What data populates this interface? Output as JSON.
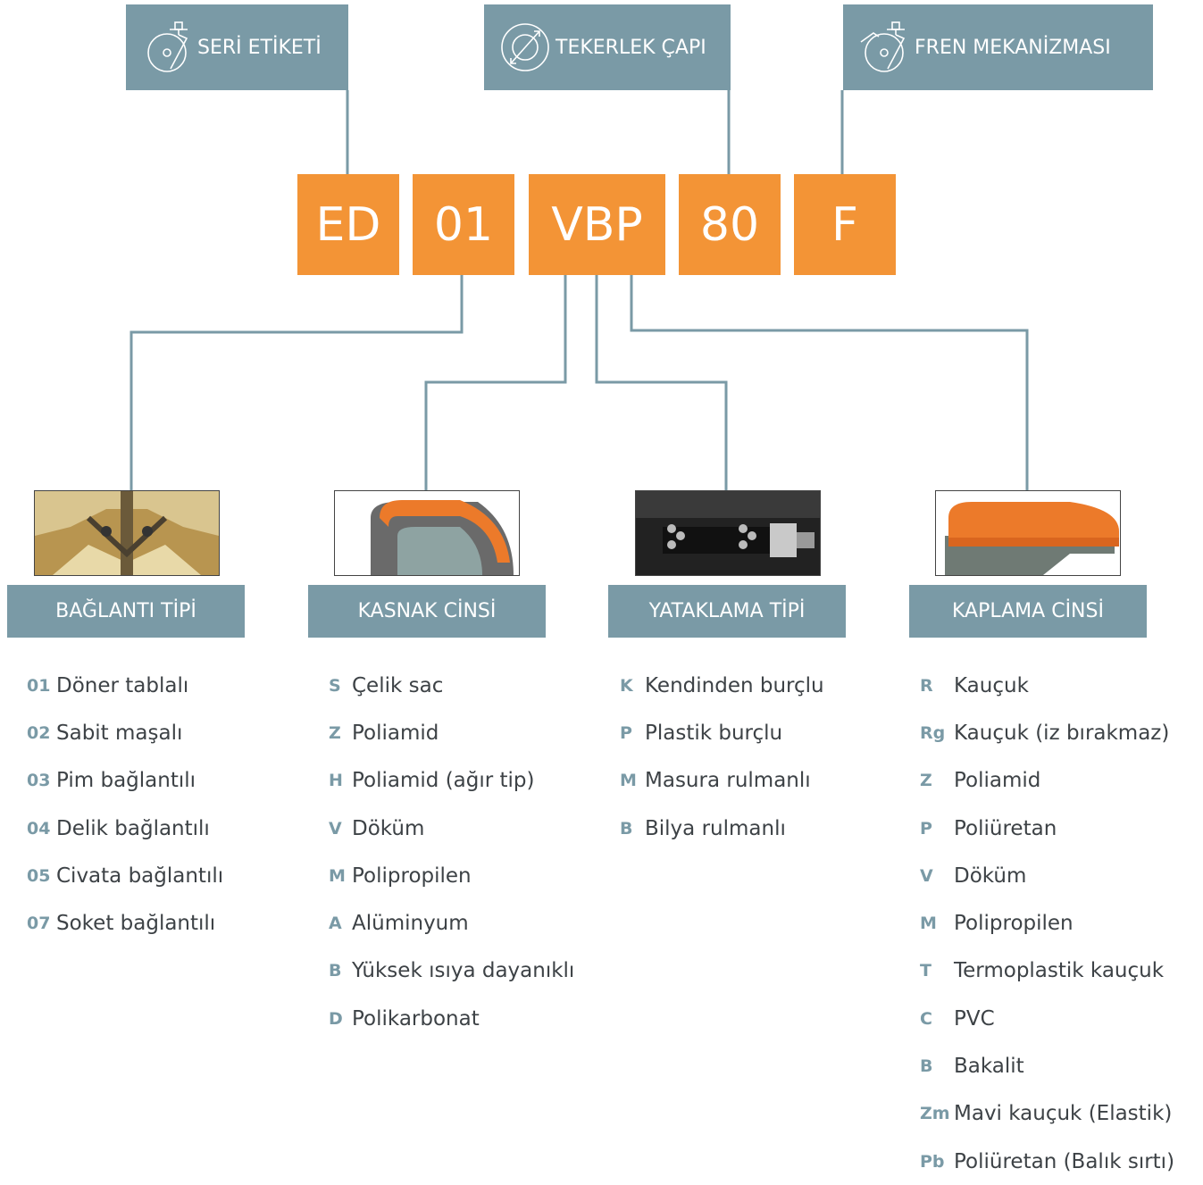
{
  "colors": {
    "slate": "#7a9aa6",
    "orange": "#f39436"
  },
  "top_labels": [
    {
      "label": "SERİ ETİKETİ",
      "icon": "caster-wheel-icon"
    },
    {
      "label": "TEKERLEK ÇAPI",
      "icon": "diameter-icon"
    },
    {
      "label": "FREN MEKANİZMASI",
      "icon": "braked-caster-icon"
    }
  ],
  "code_parts": [
    "ED",
    "01",
    "VBP",
    "80",
    "F"
  ],
  "categories": [
    {
      "title": "BAĞLANTI TİPİ",
      "image": "swivel-plate-cross-section",
      "items": [
        {
          "code": "01",
          "label": "Döner tablalı"
        },
        {
          "code": "02",
          "label": "Sabit maşalı"
        },
        {
          "code": "03",
          "label": "Pim bağlantılı"
        },
        {
          "code": "04",
          "label": "Delik bağlantılı"
        },
        {
          "code": "05",
          "label": "Civata bağlantılı"
        },
        {
          "code": "07",
          "label": "Soket bağlantılı"
        }
      ]
    },
    {
      "title": "KASNAK CİNSİ",
      "image": "wheel-rim-cross-section",
      "items": [
        {
          "code": "S",
          "label": "Çelik sac"
        },
        {
          "code": "Z",
          "label": "Poliamid"
        },
        {
          "code": "H",
          "label": "Poliamid (ağır tip)"
        },
        {
          "code": "V",
          "label": "Döküm"
        },
        {
          "code": "M",
          "label": "Polipropilen"
        },
        {
          "code": "A",
          "label": "Alüminyum"
        },
        {
          "code": "B",
          "label": "Yüksek ısıya dayanıklı"
        },
        {
          "code": "D",
          "label": "Polikarbonat"
        }
      ]
    },
    {
      "title": "YATAKLAMA TİPİ",
      "image": "ball-bearing-cross-section",
      "items": [
        {
          "code": "K",
          "label": "Kendinden burçlu"
        },
        {
          "code": "P",
          "label": "Plastik burçlu"
        },
        {
          "code": "M",
          "label": "Masura rulmanlı"
        },
        {
          "code": "B",
          "label": "Bilya rulmanlı"
        }
      ]
    },
    {
      "title": "KAPLAMA CİNSİ",
      "image": "tread-cross-section",
      "items": [
        {
          "code": "R",
          "label": "Kauçuk"
        },
        {
          "code": "Rg",
          "label": "Kauçuk (iz bırakmaz)"
        },
        {
          "code": "Z",
          "label": "Poliamid"
        },
        {
          "code": "P",
          "label": "Poliüretan"
        },
        {
          "code": "V",
          "label": "Döküm"
        },
        {
          "code": "M",
          "label": "Polipropilen"
        },
        {
          "code": "T",
          "label": "Termoplastik kauçuk"
        },
        {
          "code": "C",
          "label": "PVC"
        },
        {
          "code": "B",
          "label": "Bakalit"
        },
        {
          "code": "Zm",
          "label": "Mavi kauçuk (Elastik)"
        },
        {
          "code": "Pb",
          "label": "Poliüretan (Balık sırtı)"
        }
      ]
    }
  ]
}
